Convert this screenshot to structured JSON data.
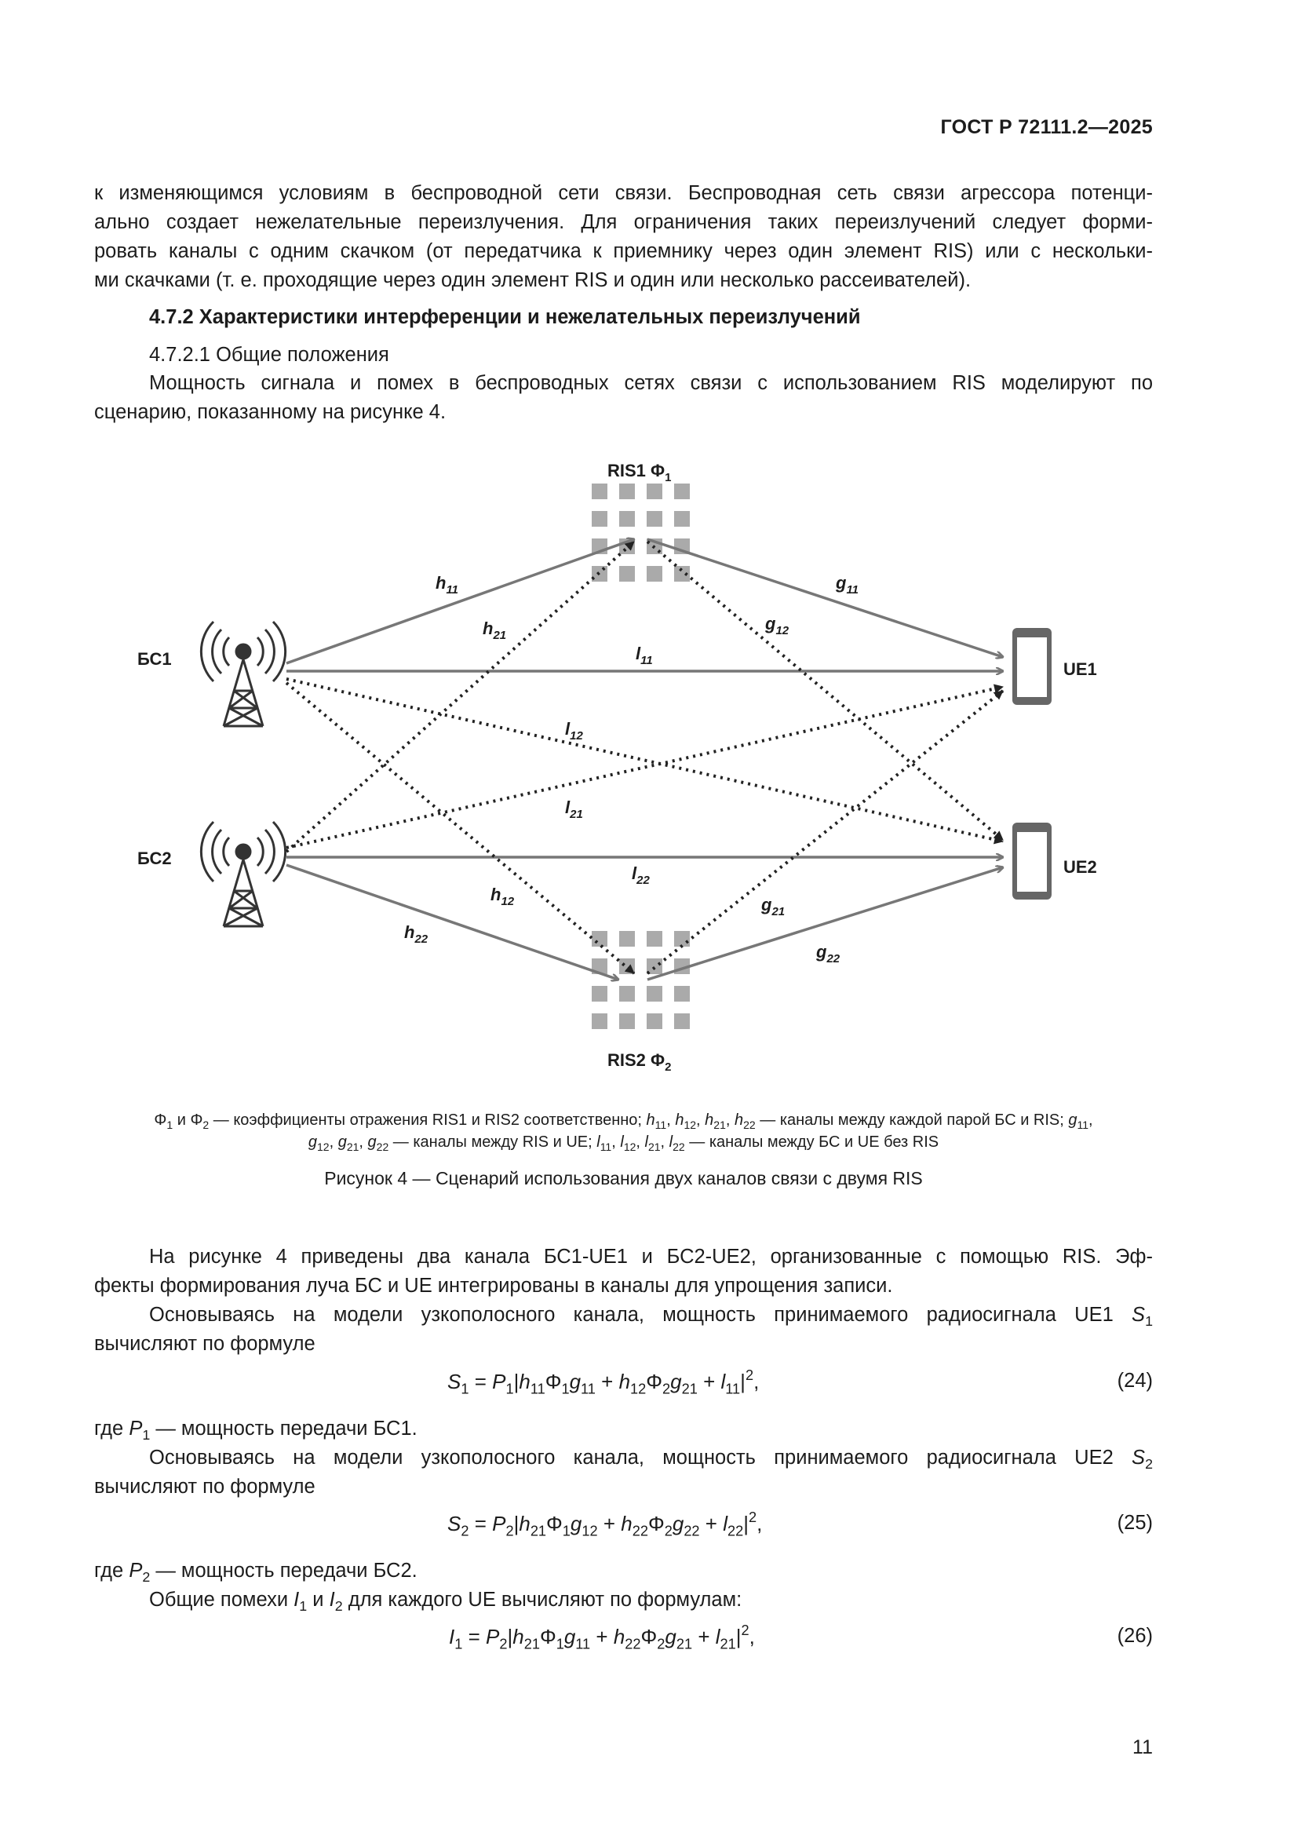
{
  "header": {
    "standard": "ГОСТ Р 72111.2—2025"
  },
  "para1": [
    "к изменяющимся условиям в беспроводной сети связи. Беспроводная сеть связи агрессора потенци-",
    "ально создает нежелательные переизлучения. Для ограничения таких переизлучений следует форми-",
    "ровать каналы с одним скачком (от передатчика к приемнику через один элемент RIS) или с нескольки-",
    "ми скачками (т. е. проходящие через один элемент RIS и один или несколько рассеивателей)."
  ],
  "section_heading": "4.7.2 Характеристики интерференции и нежелательных переизлучений",
  "subsection_heading": "4.7.2.1 Общие положения",
  "para2": [
    "Мощность сигнала и помех в беспроводных сетях связи с использованием RIS моделируют по",
    "сценарию, показанному на рисунке 4."
  ],
  "figure": {
    "ris1_label": "RIS1 Φ",
    "ris1_sub": "1",
    "ris2_label": "RIS2 Φ",
    "ris2_sub": "2",
    "bs1": "БС1",
    "bs2": "БС2",
    "ue1": "UE1",
    "ue2": "UE2",
    "links": [
      {
        "base": "h",
        "sub": "11"
      },
      {
        "base": "h",
        "sub": "21"
      },
      {
        "base": "g",
        "sub": "11"
      },
      {
        "base": "g",
        "sub": "12"
      },
      {
        "base": "l",
        "sub": "11"
      },
      {
        "base": "l",
        "sub": "12"
      },
      {
        "base": "l",
        "sub": "21"
      },
      {
        "base": "l",
        "sub": "22"
      },
      {
        "base": "h",
        "sub": "12"
      },
      {
        "base": "h",
        "sub": "22"
      },
      {
        "base": "g",
        "sub": "21"
      },
      {
        "base": "g",
        "sub": "22"
      }
    ],
    "legend_html": "Φ<sub>1</sub> и Φ<sub>2</sub> — коэффициенты отражения RIS1 и RIS2 соответственно; <i>h</i><sub>11</sub>, <i>h</i><sub>12</sub>, <i>h</i><sub>21</sub>, <i>h</i><sub>22</sub> — каналы между каждой парой БС и RIS; <i>g</i><sub>11</sub>,<br><i>g</i><sub>12</sub>, <i>g</i><sub>21</sub>, <i>g</i><sub>22</sub> — каналы между RIS и UE; <i>l</i><sub>11</sub>, <i>l</i><sub>12</sub>, <i>l</i><sub>21</sub>, <i>l</i><sub>22</sub> — каналы между БС и UE без RIS",
    "caption": "Рисунок 4 — Сценарий использования двух каналов связи с двумя RIS"
  },
  "para3": [
    "На рисунке 4 приведены два канала БС1-UE1 и БС2-UE2, организованные с помощью RIS. Эф-",
    "фекты формирования луча БС и UE интегрированы в каналы для упрощения записи."
  ],
  "para4_html": [
    "Основываясь на модели узкополосного канала, мощность принимаемого радиосигнала UE1 <i>S</i><sub>1</sub>",
    "вычисляют по формуле"
  ],
  "formulas": [
    {
      "html": "<i>S</i><sub>1</sub> = <i>P</i><sub>1</sub>|<i>h</i><sub>11</sub>Φ<sub>1</sub><i>g</i><sub>11</sub> + <i>h</i><sub>12</sub>Φ<sub>2</sub><i>g</i><sub>21</sub> + <i>l</i><sub>11</sub>|<sup>2</sup>,",
      "number": "(24)"
    },
    {
      "html": "<i>S</i><sub>2</sub> = <i>P</i><sub>2</sub>|<i>h</i><sub>21</sub>Φ<sub>1</sub><i>g</i><sub>12</sub> + <i>h</i><sub>22</sub>Φ<sub>2</sub><i>g</i><sub>22</sub> + <i>l</i><sub>22</sub>|<sup>2</sup>,",
      "number": "(25)"
    },
    {
      "html": "<i>I</i><sub>1</sub> = <i>P</i><sub>2</sub>|<i>h</i><sub>21</sub>Φ<sub>1</sub><i>g</i><sub>11</sub> + <i>h</i><sub>22</sub>Φ<sub>2</sub><i>g</i><sub>21</sub> + <i>l</i><sub>21</sub>|<sup>2</sup>,",
      "number": "(26)"
    }
  ],
  "where1_html": "где <i>P</i><sub>1</sub> — мощность передачи БС1.",
  "para5_html": [
    "Основываясь на модели узкополосного канала, мощность принимаемого радиосигнала UE2 <i>S</i><sub>2</sub>",
    "вычисляют по формуле"
  ],
  "where2_html": "где <i>P</i><sub>2</sub> — мощность передачи БС2.",
  "para6_html": "Общие помехи <i>I</i><sub>1</sub> и <i>I</i><sub>2</sub> для каждого UE вычисляют по формулам:",
  "page_number": "11"
}
